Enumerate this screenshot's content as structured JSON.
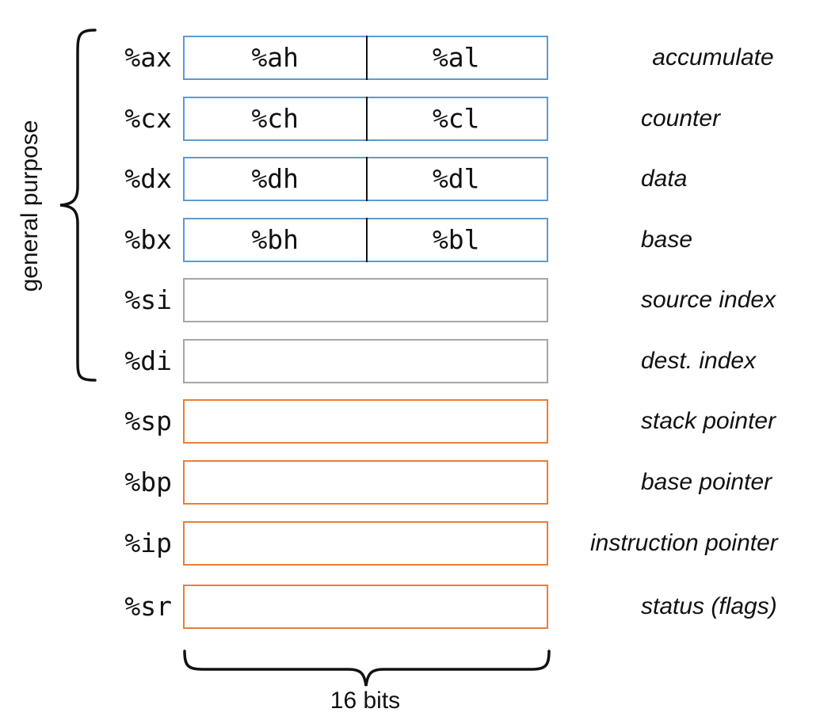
{
  "group_label": "general purpose",
  "width_label": "16 bits",
  "colors": {
    "split_register_border": "#5b9bd5",
    "index_register_border": "#a6a6a6",
    "special_register_border": "#ed7d31"
  },
  "registers": [
    {
      "name": "%ax",
      "high": "%ah",
      "low": "%al",
      "description": "accumulate"
    },
    {
      "name": "%cx",
      "high": "%ch",
      "low": "%cl",
      "description": "counter"
    },
    {
      "name": "%dx",
      "high": "%dh",
      "low": "%dl",
      "description": "data"
    },
    {
      "name": "%bx",
      "high": "%bh",
      "low": "%bl",
      "description": "base"
    },
    {
      "name": "%si",
      "description": "source index"
    },
    {
      "name": "%di",
      "description": "dest. index"
    },
    {
      "name": "%sp",
      "description": "stack pointer"
    },
    {
      "name": "%bp",
      "description": "base pointer"
    },
    {
      "name": "%ip",
      "description": "instruction pointer"
    },
    {
      "name": "%sr",
      "description": "status (flags)"
    }
  ]
}
